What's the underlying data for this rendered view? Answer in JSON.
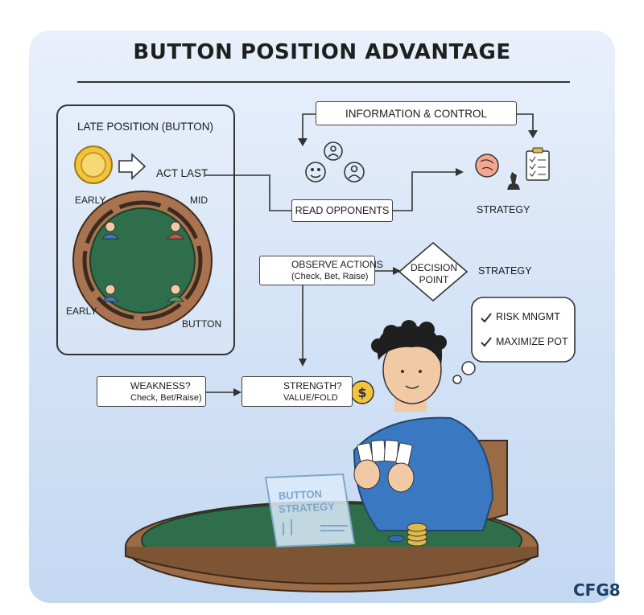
{
  "title": "BUTTON POSITION ADVANTAGE",
  "late_position": {
    "heading": "LATE POSITION (BUTTON)",
    "act_last": "ACT LAST",
    "seats": {
      "early_top": "EARLY",
      "mid": "MID",
      "early_bottom": "EARLY",
      "button": "BUTTON"
    }
  },
  "info_control": "INFORMATION & CONTROL",
  "read_opponents": "READ OPPONENTS",
  "strategy_top": "STRATEGY",
  "observe": {
    "line1": "OBSERVE ACTIONS",
    "line2": "(Check, Bet, Raise)"
  },
  "decision": {
    "line1": "DECISION",
    "line2": "POINT"
  },
  "strategy_mid": "STRATEGY",
  "thought_bubble": {
    "item1": "RISK MNGMT",
    "item2": "MAXIMIZE POT"
  },
  "weakness": {
    "line1": "WEAKNESS?",
    "line2": "Check, Bet/Raise)"
  },
  "strength": {
    "line1": "STRENGTH?",
    "line2": "VALUE/FOLD"
  },
  "tablet": {
    "line1": "BUTTON",
    "line2": "STRATEGY"
  },
  "watermark": "CFG8",
  "colors": {
    "table_felt": "#2f6e4a",
    "table_wood": "#9a6b45",
    "shirt": "#3a78c2",
    "chip_gold": "#e0b94a"
  }
}
